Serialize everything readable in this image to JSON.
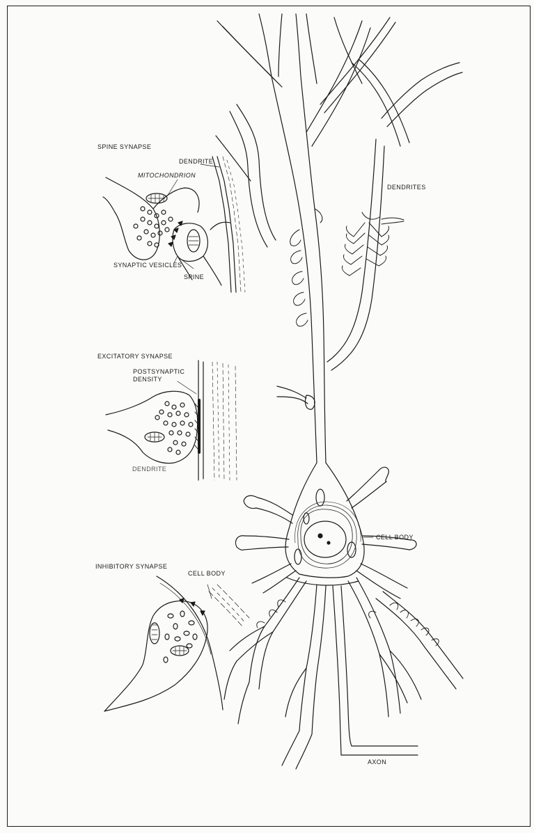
{
  "diagram": {
    "spine_synapse": {
      "heading": "SPINE SYNAPSE",
      "dendrite": "DENDRITE",
      "mitochondrion": "MITOCHONDRION",
      "synaptic_vesicles": "SYNAPTIC VESICLES",
      "spine": "SPINE"
    },
    "excitatory_synapse": {
      "heading": "EXCITATORY SYNAPSE",
      "postsynaptic_line1": "POSTSYNAPTIC",
      "postsynaptic_line2": "DENSITY",
      "dendrite": "DENDRITE"
    },
    "inhibitory_synapse": {
      "heading": "INHIBITORY SYNAPSE",
      "cell_body": "CELL BODY"
    },
    "neuron": {
      "dendrites": "DENDRITES",
      "cell_body": "CELL BODY",
      "axon": "AXON"
    }
  },
  "ink_color": "#1a1a1a",
  "paper_color": "#fbfbf9"
}
